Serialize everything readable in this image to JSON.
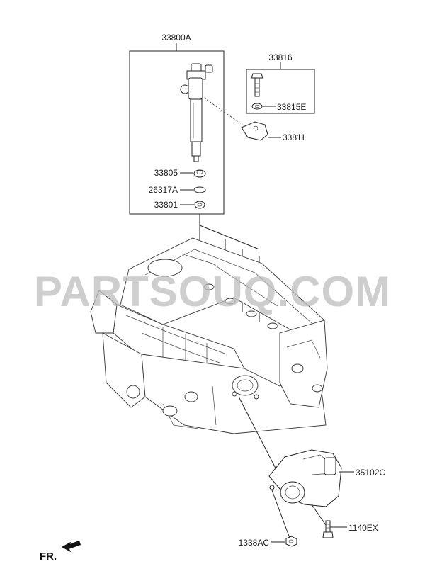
{
  "watermark": "PARTSOUQ.COM",
  "direction_label": "FR.",
  "parts": {
    "injector_assembly": "33800A",
    "bolt_set": "33816",
    "washer": "33815E",
    "clamp": "33811",
    "seal_ring": "33805",
    "o_ring": "26317A",
    "gasket": "33801",
    "throttle_body": "35102C",
    "bolt": "1140EX",
    "nut": "1338AC"
  },
  "colors": {
    "line": "#222222",
    "watermark": "#bdbdbd"
  }
}
